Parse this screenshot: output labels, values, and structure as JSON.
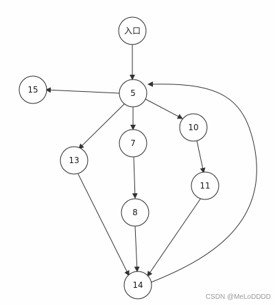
{
  "diagram": {
    "nodes": [
      {
        "id": "entry",
        "label": "入口"
      },
      {
        "id": "n5",
        "label": "5"
      },
      {
        "id": "n15",
        "label": "15"
      },
      {
        "id": "n10",
        "label": "10"
      },
      {
        "id": "n7",
        "label": "7"
      },
      {
        "id": "n13",
        "label": "13"
      },
      {
        "id": "n11",
        "label": "11"
      },
      {
        "id": "n8",
        "label": "8"
      },
      {
        "id": "n14",
        "label": "14"
      }
    ],
    "edges": [
      {
        "from": "entry",
        "to": "n5"
      },
      {
        "from": "n5",
        "to": "n15"
      },
      {
        "from": "n5",
        "to": "n10"
      },
      {
        "from": "n5",
        "to": "n7"
      },
      {
        "from": "n5",
        "to": "n13"
      },
      {
        "from": "n7",
        "to": "n8"
      },
      {
        "from": "n8",
        "to": "n14"
      },
      {
        "from": "n13",
        "to": "n14"
      },
      {
        "from": "n10",
        "to": "n11"
      },
      {
        "from": "n11",
        "to": "n14"
      },
      {
        "from": "n14",
        "to": "n5"
      }
    ]
  },
  "watermark": "CSDN @MeLoDDDD",
  "colors": {
    "stroke": "#333333",
    "node_fill": "#ffffff",
    "watermark": "#9a9a9a"
  }
}
